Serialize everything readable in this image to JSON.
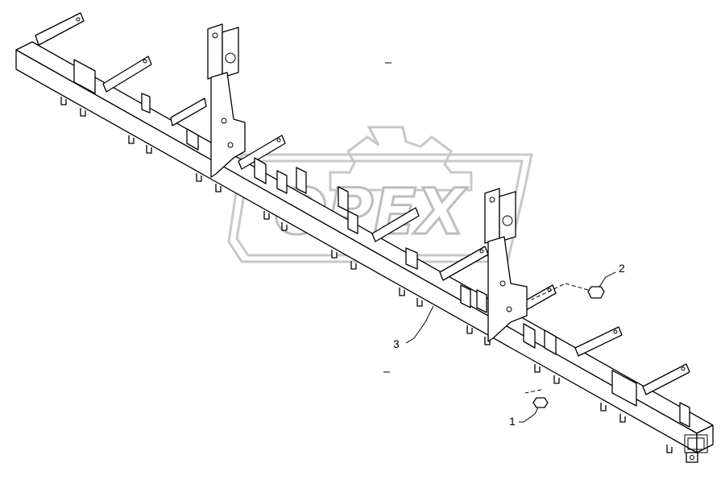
{
  "watermark": {
    "brand_text": "OPEX"
  },
  "callouts": [
    {
      "number": "1",
      "part": "nut"
    },
    {
      "number": "2",
      "part": "nut"
    },
    {
      "number": "3",
      "part": "frame"
    }
  ]
}
